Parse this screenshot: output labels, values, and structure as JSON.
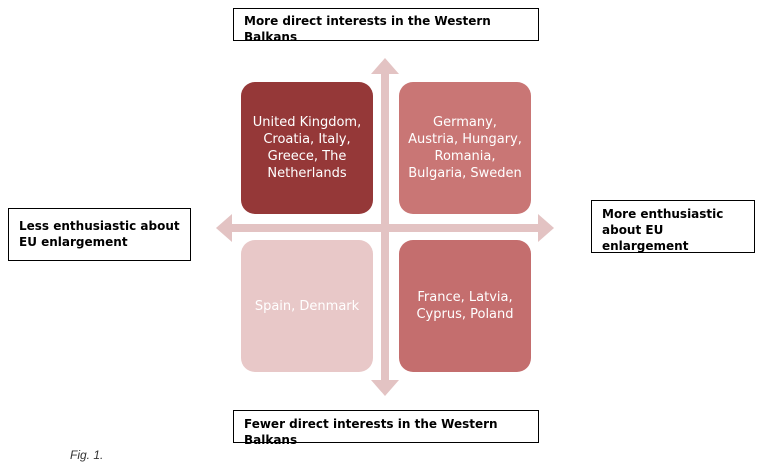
{
  "axes": {
    "top": "More direct interests in the Western Balkans",
    "bottom": "Fewer direct interests in the Western Balkans",
    "left": "Less enthusiastic about EU enlargement",
    "right": "More enthusiastic about EU enlargement"
  },
  "quadrants": {
    "top_left": {
      "text": "United Kingdom, Croatia, Italy, Greece, The Netherlands",
      "color": "#953838"
    },
    "top_right": {
      "text": "Germany, Austria, Hungary, Romania, Bulgaria, Sweden",
      "color": "#C97675"
    },
    "bottom_left": {
      "text": "Spain, Denmark",
      "color": "#E8C8C8"
    },
    "bottom_right": {
      "text": "France, Latvia, Cyprus, Poland",
      "color": "#C46E6E"
    }
  },
  "arrow_color": "#E3C3C3",
  "caption": "Fig. 1."
}
